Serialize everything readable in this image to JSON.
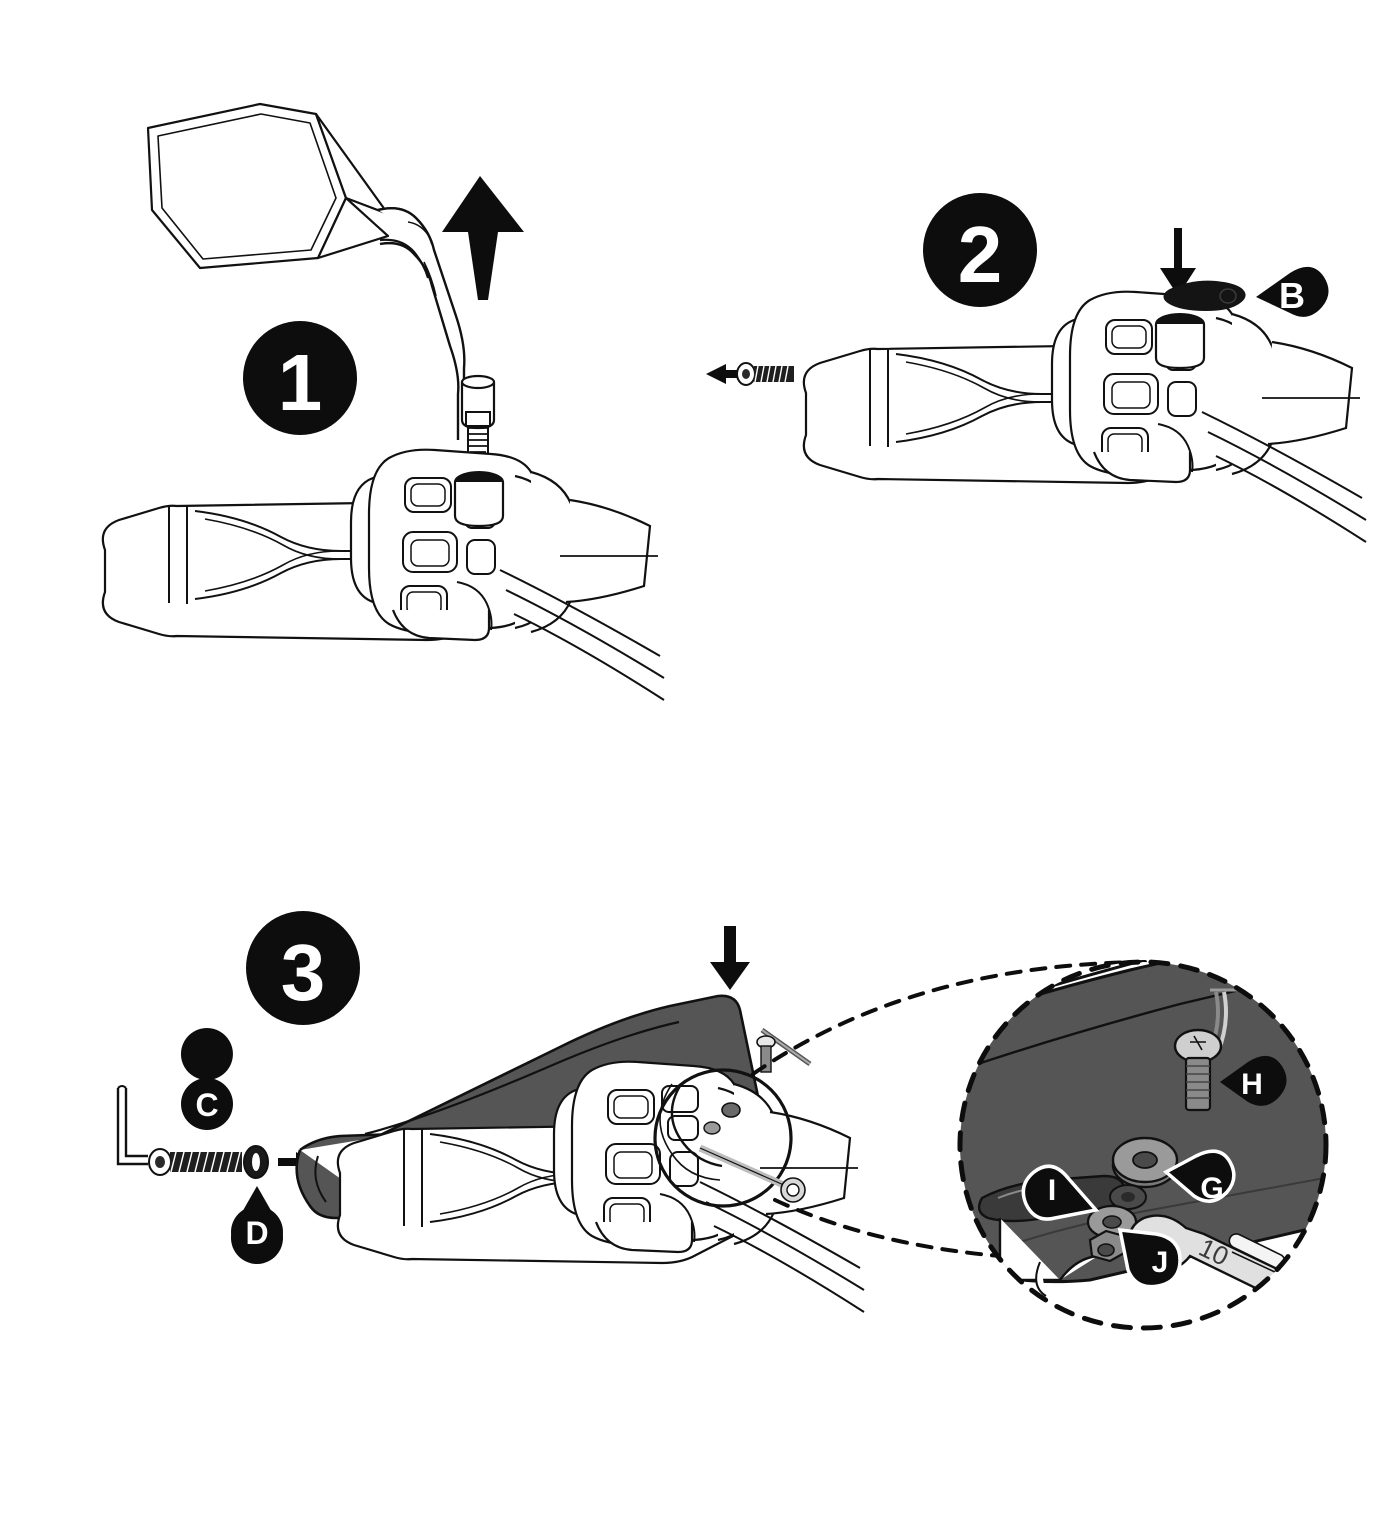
{
  "document": {
    "type": "installation-instruction-diagram",
    "subject": "Motorcycle handguard / hand protector installation",
    "background_color": "#ffffff",
    "line_color": "#000000",
    "fill_dark": "#555555",
    "fill_darker": "#3f3f3f",
    "marker_fill": "#0d0d0d",
    "marker_text_color": "#ffffff"
  },
  "steps": [
    {
      "id": "step-1",
      "number": "1",
      "caption": "",
      "arrow": {
        "name": "up-arrow",
        "direction": "up"
      },
      "parts": [],
      "objects": [
        "mirror",
        "mirror-stem",
        "mirror-thread",
        "handlebar-grip",
        "switch-housing",
        "mirror-mount-boss"
      ]
    },
    {
      "id": "step-2",
      "number": "2",
      "caption": "",
      "arrow": {
        "name": "down-arrow",
        "direction": "down"
      },
      "parts": [
        {
          "letter": "B",
          "name": "mirror-hole-cover-plug",
          "marker_shape": "teardrop-left"
        }
      ],
      "objects": [
        "bar-end-screw",
        "remove-arrow-left",
        "handlebar-grip",
        "switch-housing",
        "mirror-mount-boss"
      ]
    },
    {
      "id": "step-3",
      "number": "3",
      "caption": "",
      "arrow": {
        "name": "down-arrow",
        "direction": "down"
      },
      "parts": [
        {
          "letter": "C",
          "name": "bar-end-bolt",
          "marker_shape": "pin-down"
        },
        {
          "letter": "D",
          "name": "bar-end-washer",
          "marker_shape": "teardrop-up"
        }
      ],
      "objects": [
        "allen-key",
        "bar-end-bolt",
        "washer",
        "insert-arrow-right",
        "handguard",
        "handlebar-grip",
        "switch-housing",
        "detail-circle-source"
      ]
    }
  ],
  "detail_callout": {
    "name": "magnified-detail-circle",
    "style": "dashed-circle",
    "parts": [
      {
        "letter": "H",
        "name": "handguard-mount-bolt",
        "marker_shape": "teardrop-left"
      },
      {
        "letter": "G",
        "name": "handguard-washer",
        "marker_shape": "teardrop-left"
      },
      {
        "letter": "I",
        "name": "handguard-clamp-bracket",
        "marker_shape": "teardrop-right"
      },
      {
        "letter": "J",
        "name": "handguard-lock-nut",
        "marker_shape": "teardrop-up"
      }
    ],
    "tools": [
      {
        "name": "open-end-wrench",
        "size_label": "10"
      },
      {
        "name": "allen-key",
        "size_label": ""
      }
    ]
  },
  "part_legend": [
    "B",
    "C",
    "D",
    "G",
    "H",
    "I",
    "J"
  ],
  "badges": [
    "1",
    "2",
    "3"
  ]
}
